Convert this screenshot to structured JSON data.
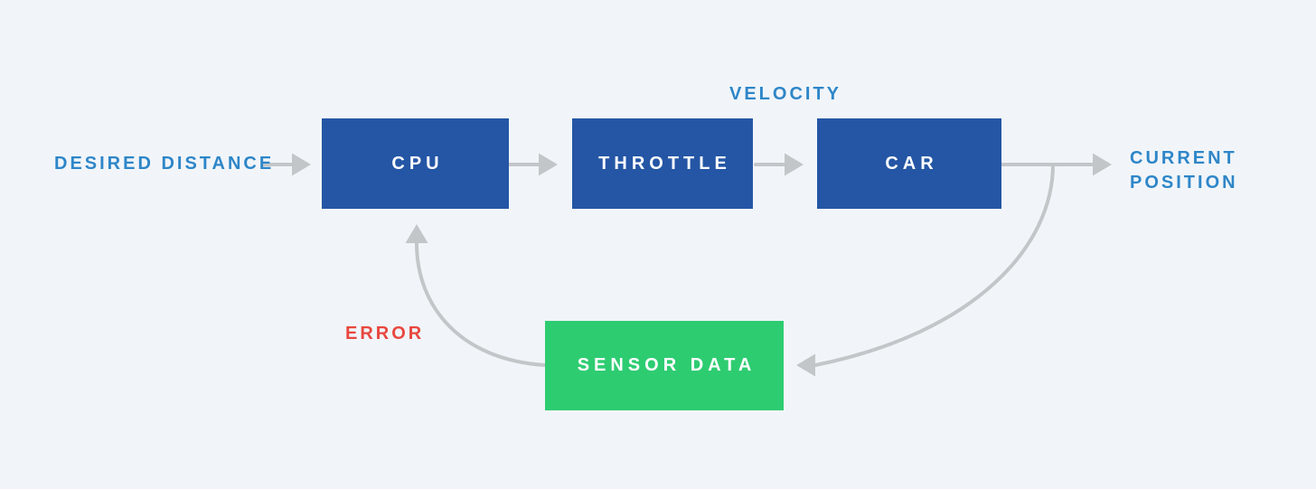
{
  "diagram": {
    "type": "control-loop-block-diagram",
    "nodes": [
      {
        "id": "cpu",
        "label": "CPU",
        "fill": "#2456a5"
      },
      {
        "id": "throttle",
        "label": "THROTTLE",
        "fill": "#2456a5"
      },
      {
        "id": "car",
        "label": "CAR",
        "fill": "#2456a5"
      },
      {
        "id": "sensor_data",
        "label": "SENSOR DATA",
        "fill": "#2ecc71"
      }
    ],
    "labels": {
      "desired_distance": "DESIRED DISTANCE",
      "velocity": "VELOCITY",
      "current_position": "CURRENT\nPOSITION",
      "error": "ERROR"
    },
    "edges": [
      {
        "from": "desired_distance_input",
        "to": "cpu"
      },
      {
        "from": "cpu",
        "to": "throttle"
      },
      {
        "from": "throttle",
        "to": "car",
        "signal": "VELOCITY"
      },
      {
        "from": "car",
        "to": "current_position_output"
      },
      {
        "from": "car_output_branch",
        "to": "sensor_data"
      },
      {
        "from": "sensor_data",
        "to": "cpu",
        "signal": "ERROR"
      }
    ],
    "colors": {
      "background": "#f1f5f9",
      "node_blue": "#2456a5",
      "node_green": "#2ecc71",
      "node_text": "#ffffff",
      "label_blue": "#2e86c8",
      "label_red": "#e8473f",
      "arrow_gray": "#c3c6c9"
    }
  }
}
